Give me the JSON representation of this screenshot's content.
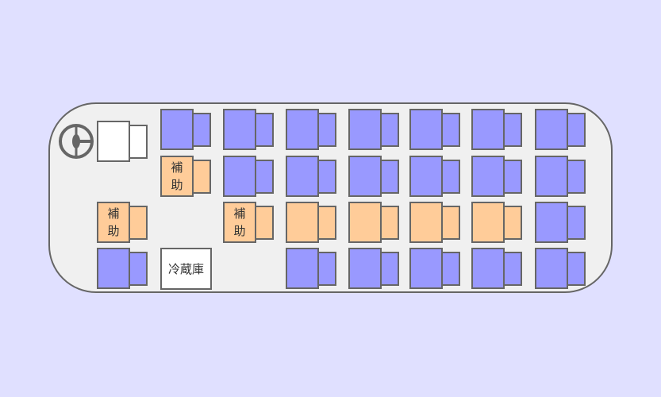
{
  "labels": {
    "aux_seat": "補\n助",
    "fridge": "冷蔵庫"
  },
  "icons": {
    "steering": "steering-wheel-icon"
  },
  "legend_colors": {
    "regular_seat": "#9999ff",
    "aux_seat": "#ffcc99",
    "driver_seat": "#ffffff",
    "bus_floor": "#f0f0f0",
    "background": "#e0e0ff"
  },
  "seat_map": {
    "columns": 8,
    "rows": 4,
    "seats": [
      {
        "col": 0,
        "row": 0,
        "type": "driver"
      },
      {
        "col": 0,
        "row": 2,
        "type": "aux"
      },
      {
        "col": 0,
        "row": 3,
        "type": "regular"
      },
      {
        "col": 1,
        "row": 0,
        "type": "regular"
      },
      {
        "col": 1,
        "row": 1,
        "type": "aux"
      },
      {
        "col": 1,
        "row": 3,
        "type": "fridge"
      },
      {
        "col": 2,
        "row": 0,
        "type": "regular"
      },
      {
        "col": 2,
        "row": 1,
        "type": "regular"
      },
      {
        "col": 2,
        "row": 2,
        "type": "aux"
      },
      {
        "col": 3,
        "row": 0,
        "type": "regular"
      },
      {
        "col": 3,
        "row": 1,
        "type": "regular"
      },
      {
        "col": 3,
        "row": 2,
        "type": "aux_unlabeled"
      },
      {
        "col": 3,
        "row": 3,
        "type": "regular"
      },
      {
        "col": 4,
        "row": 0,
        "type": "regular"
      },
      {
        "col": 4,
        "row": 1,
        "type": "regular"
      },
      {
        "col": 4,
        "row": 2,
        "type": "aux_unlabeled"
      },
      {
        "col": 4,
        "row": 3,
        "type": "regular"
      },
      {
        "col": 5,
        "row": 0,
        "type": "regular"
      },
      {
        "col": 5,
        "row": 1,
        "type": "regular"
      },
      {
        "col": 5,
        "row": 2,
        "type": "aux_unlabeled"
      },
      {
        "col": 5,
        "row": 3,
        "type": "regular"
      },
      {
        "col": 6,
        "row": 0,
        "type": "regular"
      },
      {
        "col": 6,
        "row": 1,
        "type": "regular"
      },
      {
        "col": 6,
        "row": 2,
        "type": "aux_unlabeled"
      },
      {
        "col": 6,
        "row": 3,
        "type": "regular"
      },
      {
        "col": 7,
        "row": 0,
        "type": "regular"
      },
      {
        "col": 7,
        "row": 1,
        "type": "regular"
      },
      {
        "col": 7,
        "row": 2,
        "type": "regular"
      },
      {
        "col": 7,
        "row": 3,
        "type": "regular"
      }
    ]
  }
}
